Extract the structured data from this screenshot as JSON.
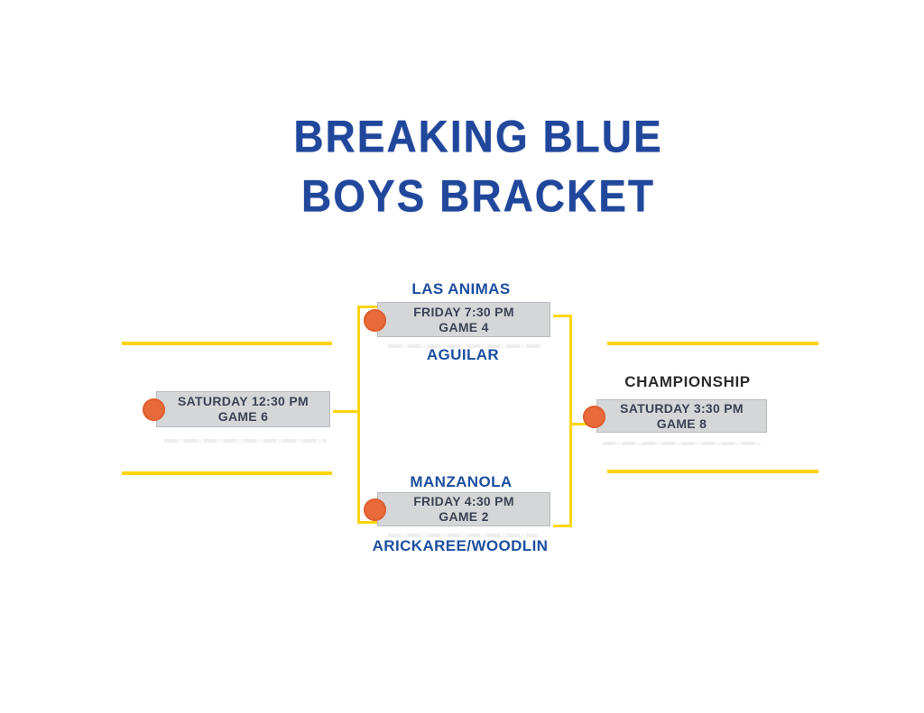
{
  "title": {
    "line1": "BREAKING BLUE",
    "line2": "BOYS BRACKET"
  },
  "bracket": {
    "semifinal_top": {
      "team_top": "LAS ANIMAS",
      "time": "FRIDAY 7:30 PM",
      "game": "GAME 4",
      "team_bottom": "AGUILAR"
    },
    "semifinal_left": {
      "time": "SATURDAY 12:30 PM",
      "game": "GAME 6"
    },
    "semifinal_bottom": {
      "team_top": "MANZANOLA",
      "time": "FRIDAY 4:30 PM",
      "game": "GAME 2",
      "team_bottom": "ARICKAREE/WOODLIN"
    },
    "championship": {
      "label": "CHAMPIONSHIP",
      "time": "SATURDAY 3:30 PM",
      "game": "GAME 8"
    }
  },
  "colors": {
    "title_blue": "#20479B",
    "team_blue": "#1D4FA0",
    "championship_text": "#2B2B2B",
    "box_fill": "#D4D6D8",
    "box_shadow_navy": "#1E3C7C",
    "box_text": "#3A4254",
    "connector_yellow": "#FFD40E",
    "bullet_orange": "#E8693A"
  }
}
